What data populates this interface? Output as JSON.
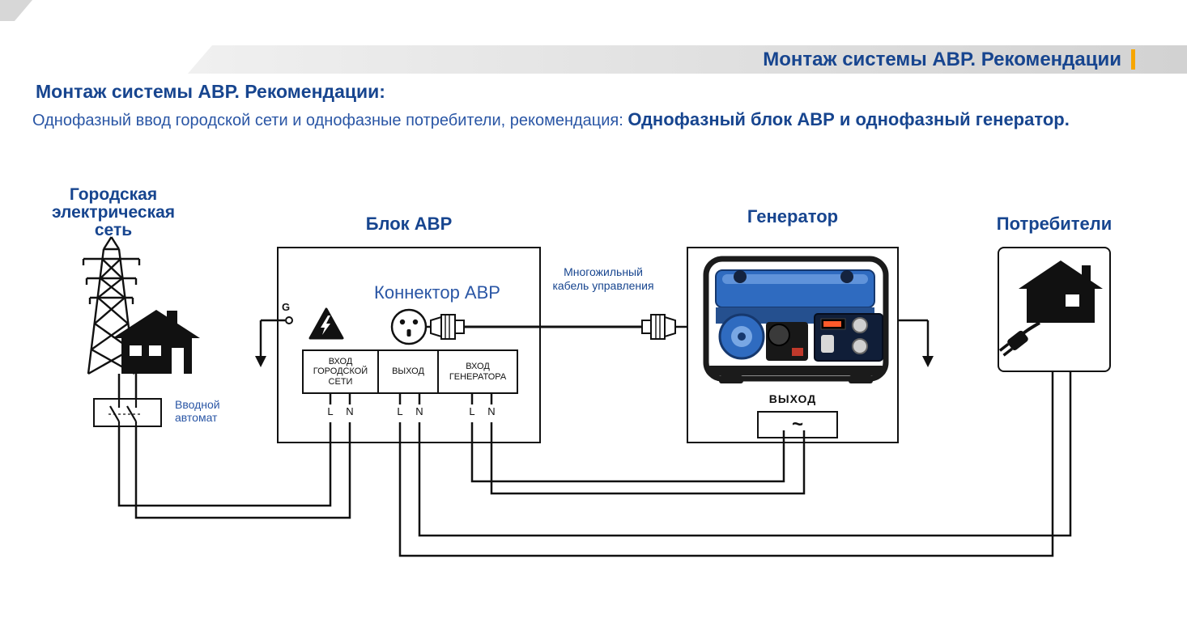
{
  "colors": {
    "heading_blue": "#17458f",
    "body_blue": "#2a56a5",
    "accent_orange": "#f7a600",
    "banner_gray": "#d2d2d2",
    "line_black": "#111111",
    "generator_blue": "#2f6bc0"
  },
  "banner": {
    "title": "Монтаж системы АВР. Рекомендации"
  },
  "intro": {
    "heading": "Монтаж системы АВР. Рекомендации:",
    "text_regular": "Однофазный ввод городской сети и однофазные потребители, рекомендация: ",
    "text_bold": "Однофазный блок АВР и однофазный генератор."
  },
  "diagram": {
    "city_network": {
      "title": "Городская электрическая сеть",
      "breaker_label": "Вводной автомат"
    },
    "avr": {
      "title": "Блок АВР",
      "connector_label": "Коннектор АВР",
      "ground_label": "G",
      "input_city": "ВХОД ГОРОДСКОЙ СЕТИ",
      "output": "ВЫХОД",
      "input_generator": "ВХОД ГЕНЕРАТОРА",
      "phase": "L",
      "neutral": "N"
    },
    "cable_label": "Многожильный кабель управления",
    "generator": {
      "title": "Генератор",
      "output_label": "ВЫХОД",
      "output_symbol": "~"
    },
    "consumers": {
      "title": "Потребители"
    }
  }
}
